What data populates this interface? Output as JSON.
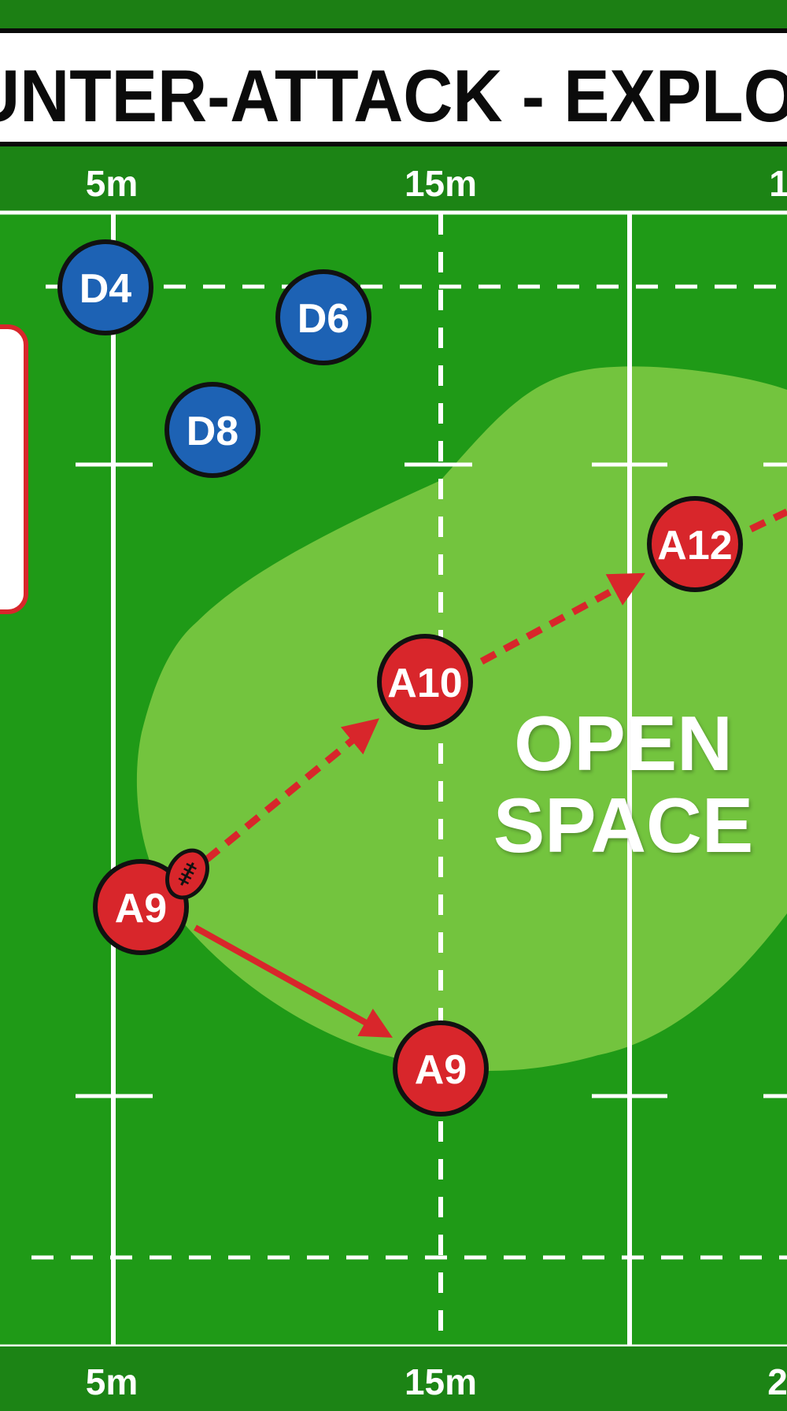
{
  "title": "UNTER-ATTACK - EXPLOITIN",
  "top_ruler": [
    "5m",
    "15m",
    "1"
  ],
  "bottom_ruler": [
    "5m",
    "15m",
    "2"
  ],
  "open_space_label": {
    "line1": "OPEN",
    "line2": "SPACE"
  },
  "players": {
    "defenders": [
      "D4",
      "D6",
      "D8"
    ],
    "attackers": [
      "A9",
      "A10",
      "A12",
      "A9"
    ]
  },
  "colors": {
    "pitch": "#1f9a17",
    "open_space": "#7bc842",
    "defender": "#1d62b4",
    "attacker": "#d8262b",
    "lines": "#ffffff"
  },
  "icons": [
    "rugby-ball-icon",
    "pass-arrow",
    "run-arrow"
  ]
}
